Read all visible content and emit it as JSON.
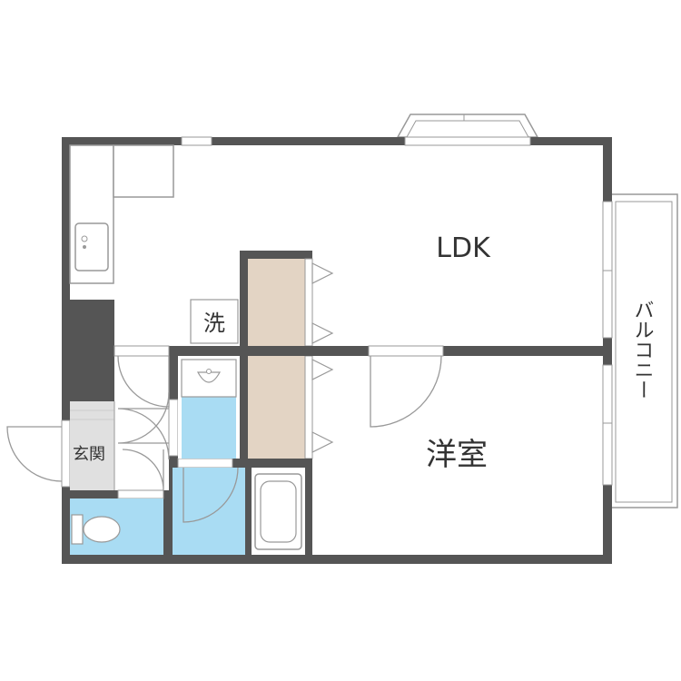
{
  "rooms": {
    "ldk": "LDK",
    "western_room": "洋室",
    "entrance": "玄関",
    "balcony": "バルコニー",
    "laundry": "洗"
  },
  "colors": {
    "wall": "#555555",
    "wet_area": "#a9dcf3",
    "closet": "#e3d4c4",
    "entrance_floor": "#e0e0e0",
    "background": "#ffffff",
    "line": "#999999"
  }
}
